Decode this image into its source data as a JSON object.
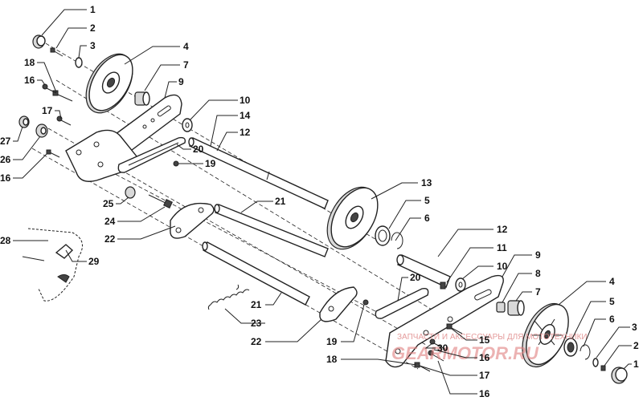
{
  "callouts": [
    {
      "id": "c1a",
      "label": "1"
    },
    {
      "id": "c2a",
      "label": "2"
    },
    {
      "id": "c3a",
      "label": "3"
    },
    {
      "id": "c4a",
      "label": "4"
    },
    {
      "id": "c7a",
      "label": "7"
    },
    {
      "id": "c18a",
      "label": "18"
    },
    {
      "id": "c16a",
      "label": "16"
    },
    {
      "id": "c9a",
      "label": "9"
    },
    {
      "id": "c10a",
      "label": "10"
    },
    {
      "id": "c14",
      "label": "14"
    },
    {
      "id": "c12a",
      "label": "12"
    },
    {
      "id": "c17a",
      "label": "17"
    },
    {
      "id": "c27",
      "label": "27"
    },
    {
      "id": "c26",
      "label": "26"
    },
    {
      "id": "c16b",
      "label": "16"
    },
    {
      "id": "c20a",
      "label": "20"
    },
    {
      "id": "c19a",
      "label": "19"
    },
    {
      "id": "c25",
      "label": "25"
    },
    {
      "id": "c13",
      "label": "13"
    },
    {
      "id": "c21a",
      "label": "21"
    },
    {
      "id": "c5a",
      "label": "5"
    },
    {
      "id": "c24",
      "label": "24"
    },
    {
      "id": "c6a",
      "label": "6"
    },
    {
      "id": "c22a",
      "label": "22"
    },
    {
      "id": "c12b",
      "label": "12"
    },
    {
      "id": "c28",
      "label": "28"
    },
    {
      "id": "c11",
      "label": "11"
    },
    {
      "id": "c29",
      "label": "29"
    },
    {
      "id": "c10b",
      "label": "10"
    },
    {
      "id": "c9b",
      "label": "9"
    },
    {
      "id": "c20b",
      "label": "20"
    },
    {
      "id": "c8",
      "label": "8"
    },
    {
      "id": "c4b",
      "label": "4"
    },
    {
      "id": "c7b",
      "label": "7"
    },
    {
      "id": "c21b",
      "label": "21"
    },
    {
      "id": "c5b",
      "label": "5"
    },
    {
      "id": "c23",
      "label": "23"
    },
    {
      "id": "c6b",
      "label": "6"
    },
    {
      "id": "c3b",
      "label": "3"
    },
    {
      "id": "c22b",
      "label": "22"
    },
    {
      "id": "c19b",
      "label": "19"
    },
    {
      "id": "c15",
      "label": "15"
    },
    {
      "id": "c30",
      "label": "30"
    },
    {
      "id": "c16c",
      "label": "16"
    },
    {
      "id": "c2b",
      "label": "2"
    },
    {
      "id": "c18b",
      "label": "18"
    },
    {
      "id": "c1b",
      "label": "1"
    },
    {
      "id": "c17b",
      "label": "17"
    },
    {
      "id": "c16d",
      "label": "16"
    }
  ],
  "watermark": {
    "line1": "ЗАПЧАСТИ И АКСЕССУАРЫ ДЛЯ МОТОТЕХНИКИ",
    "line2": "GEARMOTOR.RU"
  }
}
